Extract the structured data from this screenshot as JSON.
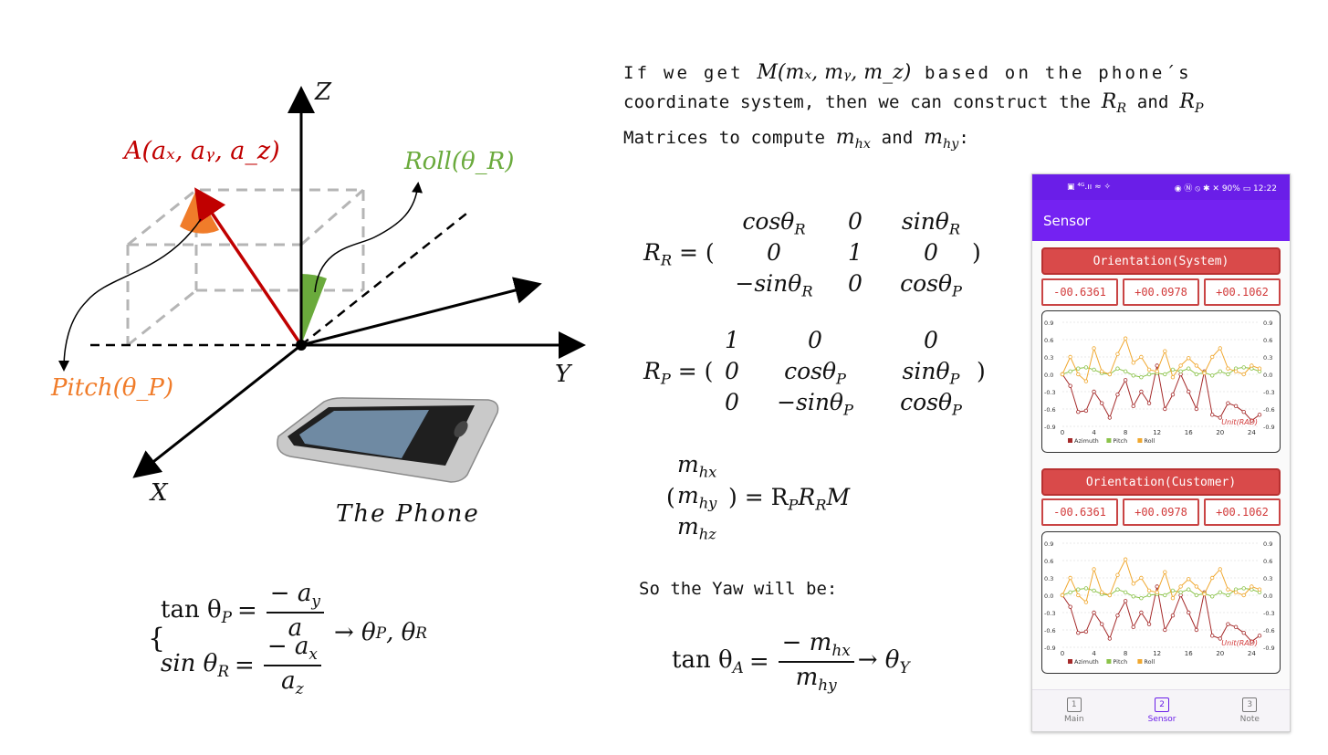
{
  "diagram": {
    "axis_z": "Z",
    "axis_y": "Y",
    "axis_x": "X",
    "point_a": "A(aₓ, aᵧ, a_z)",
    "roll_label": "Roll(θ_R)",
    "pitch_label": "Pitch(θ_P)",
    "phone_caption": "The Phone",
    "colors": {
      "vector": "#c00000",
      "pitch": "#f07c2a",
      "roll": "#6aaa3c"
    }
  },
  "left_formula": {
    "row1_lhs": "tan θ",
    "row1_sub": "P",
    "row1_num": "− a",
    "row1_num_sub": "y",
    "row1_den": "a",
    "row2_lhs": "sin θ",
    "row2_sub": "R",
    "row2_num": "− a",
    "row2_num_sub": "x",
    "row2_den": "a",
    "row2_den_sub": "z",
    "brace": "{",
    "result": "→ θ",
    "result_sub1": "P",
    "result_mid": ", θ",
    "result_sub2": "R"
  },
  "intro": {
    "line1_a": "If we get ",
    "line1_m": "M(mₓ, mᵧ, m_z)",
    "line1_b": " based on the phone´s",
    "line2_a": "coordinate system, then we can construct the ",
    "line2_rr": "R",
    "line2_rr_sub": "R",
    "line2_and": " and ",
    "line2_rp": "R",
    "line2_rp_sub": "P",
    "line3_a": "Matrices to compute ",
    "line3_m1": "m",
    "line3_m1_sub": "hx",
    "line3_and": " and ",
    "line3_m2": "m",
    "line3_m2_sub": "hy",
    "line3_end": ":"
  },
  "matrix_rr": {
    "lhs": "R",
    "lhs_sub": "R",
    "eq": " = (",
    "close": ")",
    "cells": [
      "cosθ_R",
      "0",
      "sinθ_R",
      "0",
      "1",
      "0",
      "−sinθ_R",
      "0",
      "cosθ_P"
    ]
  },
  "matrix_rp": {
    "lhs": "R",
    "lhs_sub": "P",
    "eq": " = (",
    "close": ")",
    "cells": [
      "1",
      "0",
      "0",
      "0",
      "cosθ_P",
      "sinθ_P",
      "0",
      "−sinθ_P",
      "cosθ_P"
    ]
  },
  "vector_eq": {
    "cells": [
      "m_hx",
      "m_hy",
      "m_hz"
    ],
    "rhs": ") = R",
    "rhs_sub1": "P",
    "rhs_mid": "R",
    "rhs_sub2": "R",
    "rhs_end": "M",
    "open": "("
  },
  "yaw": {
    "text": "So the Yaw will be:",
    "lhs": "tan θ",
    "lhs_sub": "A",
    "num": "− m",
    "num_sub": "hx",
    "den": "m",
    "den_sub": "hy",
    "result": "→ θ",
    "result_sub": "Y"
  },
  "phone": {
    "status_left": "▣ ⁴ᴳ.ıı ≈ ✧",
    "status_right": "◉ Ⓝ ⦸ ✱ ✕ 90% ▭ 12:22",
    "app_title": "Sensor",
    "panel1": {
      "title": "Orientation(System)",
      "values": [
        "-00.6361",
        "+00.0978",
        "+00.1062"
      ]
    },
    "panel2": {
      "title": "Orientation(Customer)",
      "values": [
        "-00.6361",
        "+00.0978",
        "+00.1062"
      ]
    },
    "nav": [
      {
        "label": "Main",
        "icon": "1"
      },
      {
        "label": "Sensor",
        "icon": "2"
      },
      {
        "label": "Note",
        "icon": "3"
      }
    ],
    "colors": {
      "accent": "#6a1ee8",
      "panel_red": "#d94a4a"
    }
  },
  "chart_data": [
    {
      "type": "line",
      "unit_label": "Unit(RAD)",
      "xlim": [
        0,
        25
      ],
      "ylim": [
        -0.9,
        0.9
      ],
      "x_ticks": [
        "0",
        "4",
        "8",
        "12",
        "16",
        "20",
        "24"
      ],
      "y_ticks": [
        "0.9",
        "0.6",
        "0.3",
        "0.0",
        "-0.3",
        "-0.6",
        "-0.9"
      ],
      "x": [
        0,
        1,
        2,
        3,
        4,
        5,
        6,
        7,
        8,
        9,
        10,
        11,
        12,
        13,
        14,
        15,
        16,
        17,
        18,
        19,
        20,
        21,
        22,
        23,
        24,
        25
      ],
      "series": [
        {
          "name": "Azimuth",
          "color": "#a52a2a",
          "values": [
            0.0,
            -0.2,
            -0.65,
            -0.63,
            -0.3,
            -0.5,
            -0.75,
            -0.35,
            -0.1,
            -0.55,
            -0.3,
            -0.5,
            0.15,
            -0.6,
            -0.35,
            0.0,
            -0.3,
            -0.6,
            0.05,
            -0.7,
            -0.75,
            -0.5,
            -0.55,
            -0.65,
            -0.8,
            -0.7
          ]
        },
        {
          "name": "Pitch",
          "color": "#8bc34a",
          "values": [
            0.0,
            0.05,
            0.1,
            0.12,
            0.08,
            0.02,
            0.0,
            0.1,
            0.05,
            -0.02,
            -0.05,
            0.0,
            0.02,
            0.0,
            0.08,
            0.05,
            0.1,
            0.0,
            0.03,
            -0.02,
            0.05,
            0.0,
            0.1,
            0.12,
            0.1,
            0.05
          ]
        },
        {
          "name": "Roll",
          "color": "#f0a830",
          "values": [
            0.0,
            0.3,
            0.0,
            -0.12,
            0.45,
            0.05,
            0.0,
            0.35,
            0.62,
            0.2,
            0.3,
            0.08,
            0.05,
            0.4,
            -0.05,
            0.15,
            0.28,
            0.15,
            0.02,
            0.3,
            0.45,
            0.1,
            0.05,
            0.0,
            0.15,
            0.1
          ]
        }
      ]
    },
    {
      "type": "line",
      "unit_label": "Unit(RAD)",
      "xlim": [
        0,
        25
      ],
      "ylim": [
        -0.9,
        0.9
      ],
      "x_ticks": [
        "0",
        "4",
        "8",
        "12",
        "16",
        "20",
        "24"
      ],
      "y_ticks": [
        "0.9",
        "0.6",
        "0.3",
        "0.0",
        "-0.3",
        "-0.6",
        "-0.9"
      ],
      "x": [
        0,
        1,
        2,
        3,
        4,
        5,
        6,
        7,
        8,
        9,
        10,
        11,
        12,
        13,
        14,
        15,
        16,
        17,
        18,
        19,
        20,
        21,
        22,
        23,
        24,
        25
      ],
      "series": [
        {
          "name": "Azimuth",
          "color": "#a52a2a",
          "values": [
            0.0,
            -0.2,
            -0.65,
            -0.63,
            -0.3,
            -0.5,
            -0.75,
            -0.35,
            -0.1,
            -0.55,
            -0.3,
            -0.5,
            0.15,
            -0.6,
            -0.35,
            0.0,
            -0.3,
            -0.6,
            0.05,
            -0.7,
            -0.75,
            -0.5,
            -0.55,
            -0.65,
            -0.8,
            -0.7
          ]
        },
        {
          "name": "Pitch",
          "color": "#8bc34a",
          "values": [
            0.0,
            0.05,
            0.1,
            0.12,
            0.08,
            0.02,
            0.0,
            0.1,
            0.05,
            -0.02,
            -0.05,
            0.0,
            0.02,
            0.0,
            0.08,
            0.05,
            0.1,
            0.0,
            0.03,
            -0.02,
            0.05,
            0.0,
            0.1,
            0.12,
            0.1,
            0.05
          ]
        },
        {
          "name": "Roll",
          "color": "#f0a830",
          "values": [
            0.0,
            0.3,
            0.0,
            -0.12,
            0.45,
            0.05,
            0.0,
            0.35,
            0.62,
            0.2,
            0.3,
            0.08,
            0.05,
            0.4,
            -0.05,
            0.15,
            0.28,
            0.15,
            0.02,
            0.3,
            0.45,
            0.1,
            0.05,
            0.0,
            0.15,
            0.1
          ]
        }
      ]
    }
  ]
}
